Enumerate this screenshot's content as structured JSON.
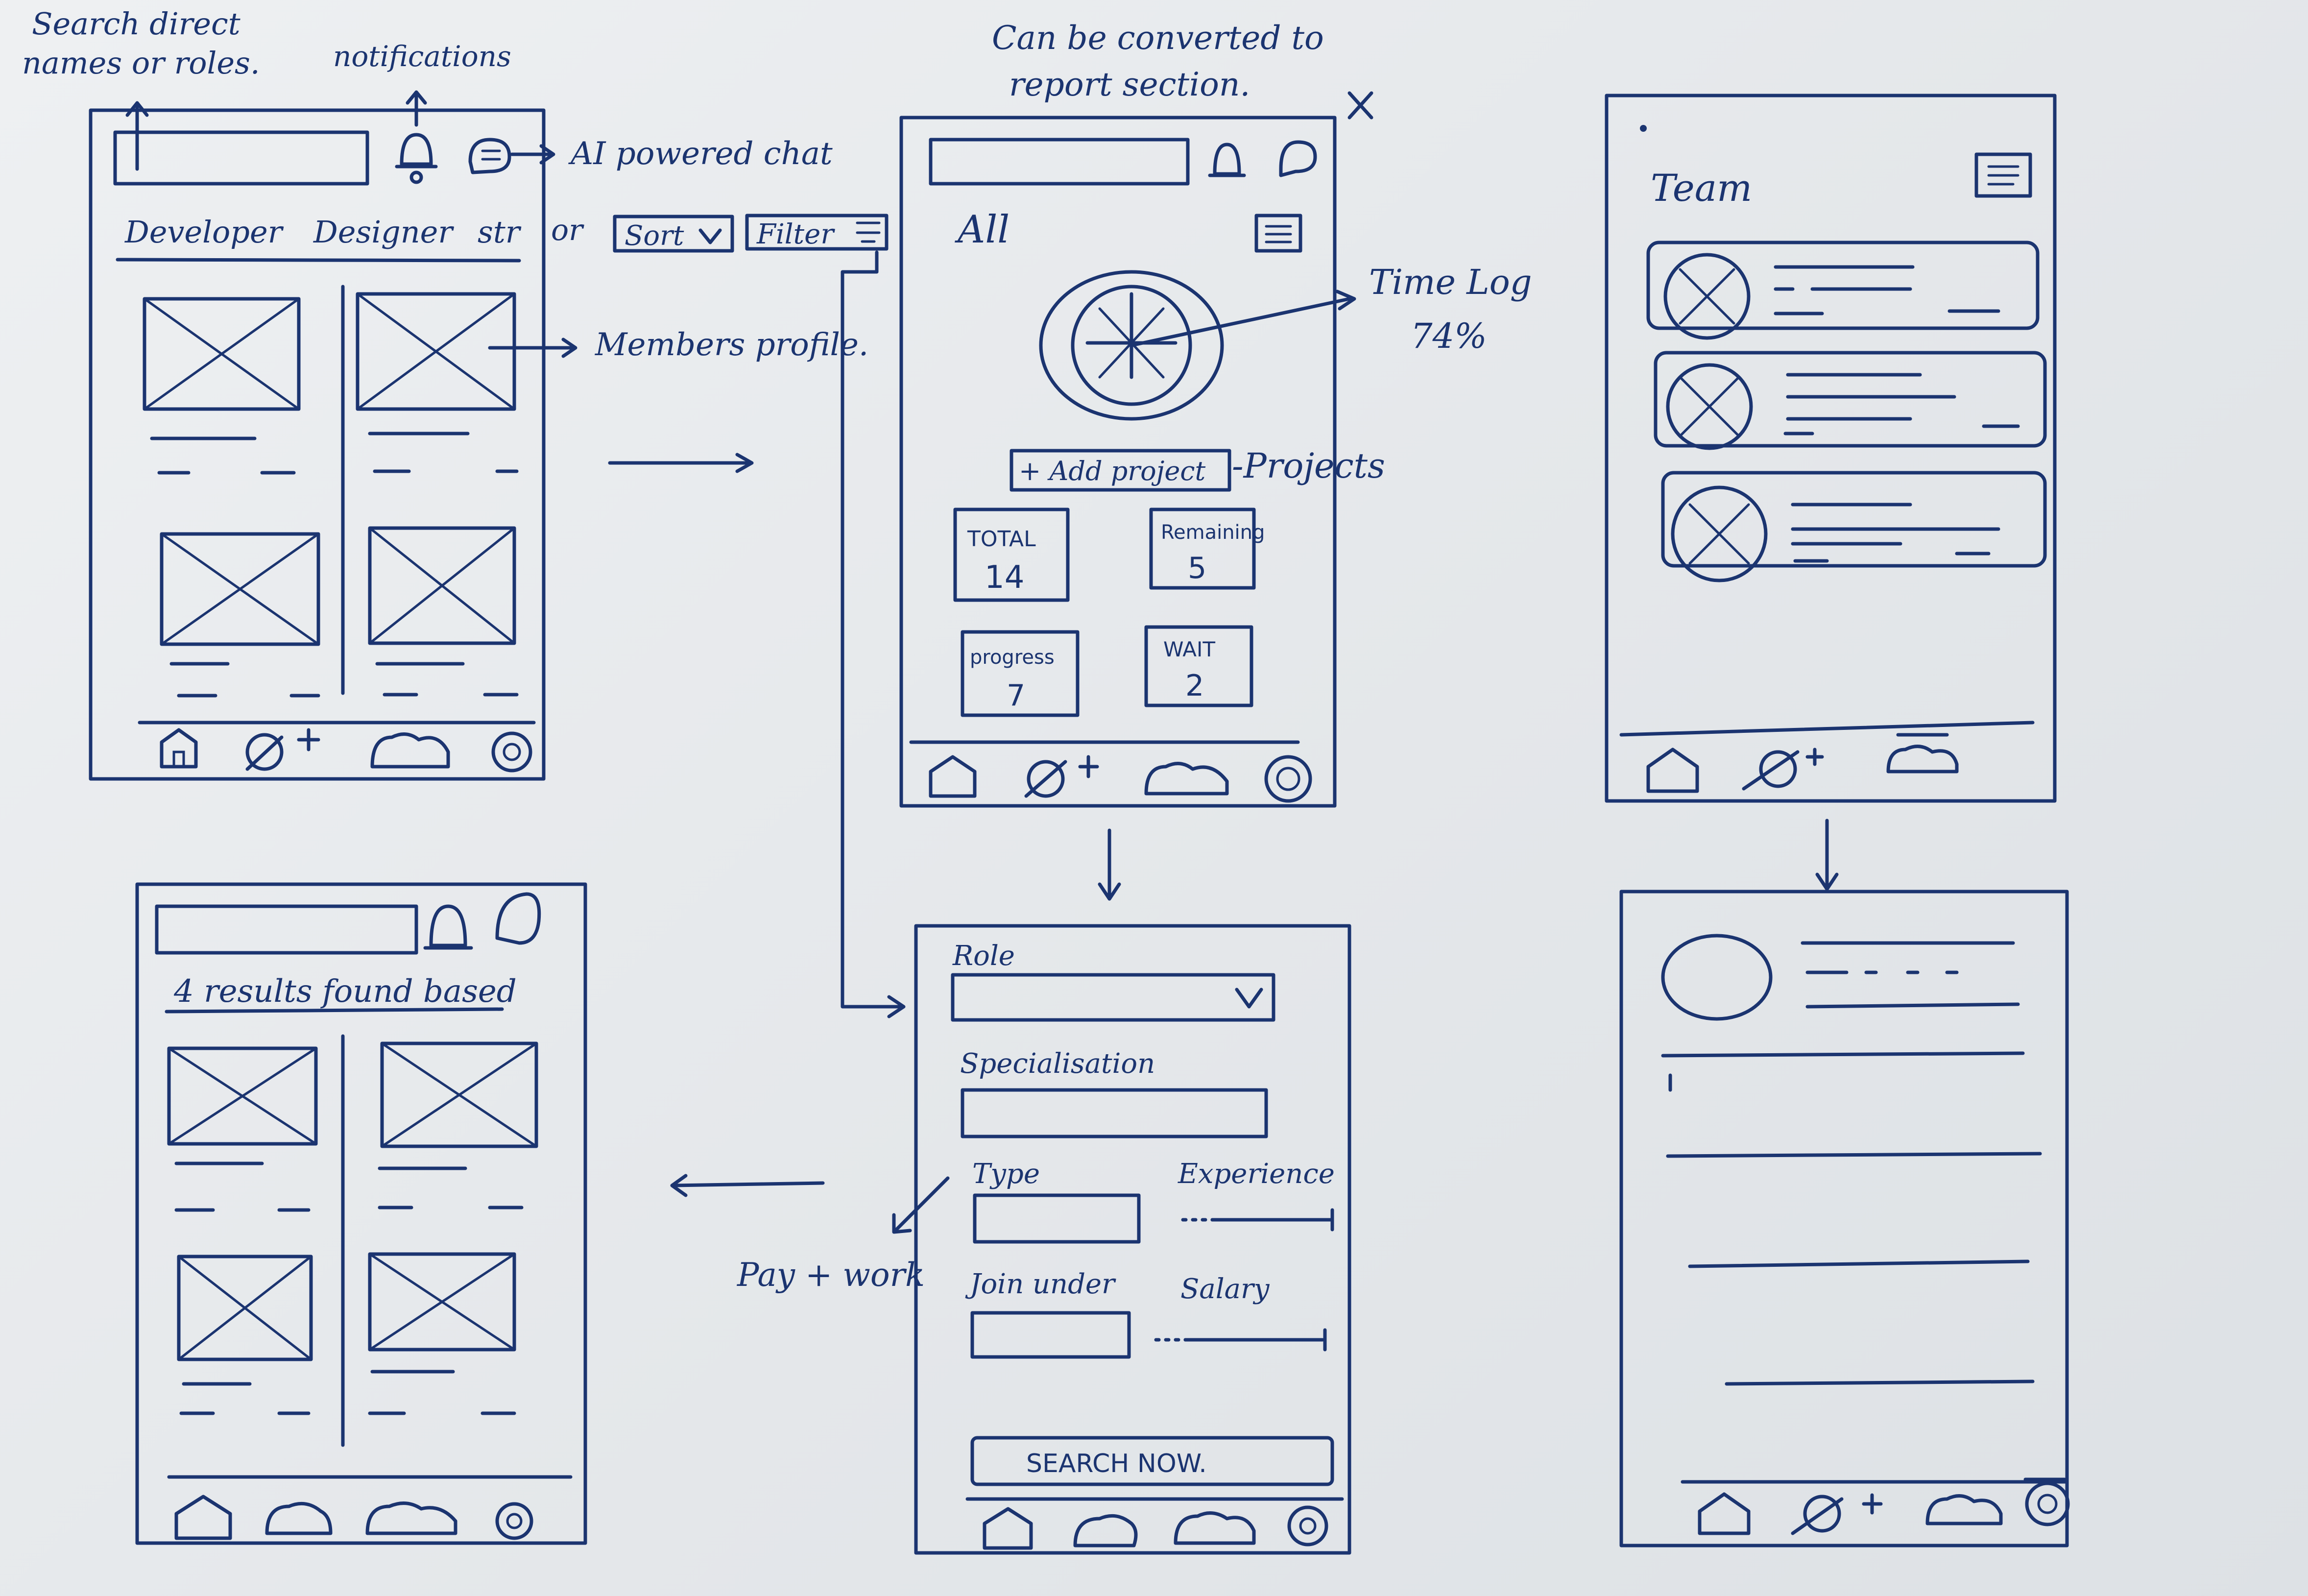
{
  "annotations": {
    "search_note_line1": "Search direct",
    "search_note_line2": "names or roles.",
    "notifications_note": "notifications",
    "ai_chat_note": "AI powered chat",
    "members_profile_note": "Members profile.",
    "report_note_line1": "Can be converted to",
    "report_note_line2": "report section.",
    "time_log_label": "Time Log",
    "time_log_value": "74%",
    "projects_note": "-Projects",
    "pay_work_note": "Pay + work"
  },
  "screen1": {
    "tabs": [
      "Developer",
      "Designer",
      "str"
    ],
    "or_label": "or",
    "sort_label": "Sort",
    "filter_label": "Filter"
  },
  "screen2": {
    "heading": "All",
    "add_project_label": "+ Add project",
    "stats": [
      {
        "label": "TOTAL",
        "value": "14"
      },
      {
        "label": "Remaining",
        "value": "5"
      },
      {
        "label": "progress",
        "value": "7"
      },
      {
        "label": "WAIT",
        "value": "2"
      }
    ]
  },
  "screen3": {
    "heading": "Team"
  },
  "screen4": {
    "results_text": "4 results found based"
  },
  "screen5": {
    "role_label": "Role",
    "specialisation_label": "Specialisation",
    "type_label": "Type",
    "experience_label": "Experience",
    "join_under_label": "Join under",
    "salary_label": "Salary",
    "search_button": "SEARCH NOW."
  },
  "icons": {
    "home": "home-icon",
    "add_member": "add-member-icon",
    "team": "team-icon",
    "settings": "settings-icon",
    "bell": "bell-icon",
    "chat": "chat-icon",
    "menu": "menu-icon"
  },
  "colors": {
    "ink": "#1b3470",
    "paper": "#e8ebee"
  }
}
